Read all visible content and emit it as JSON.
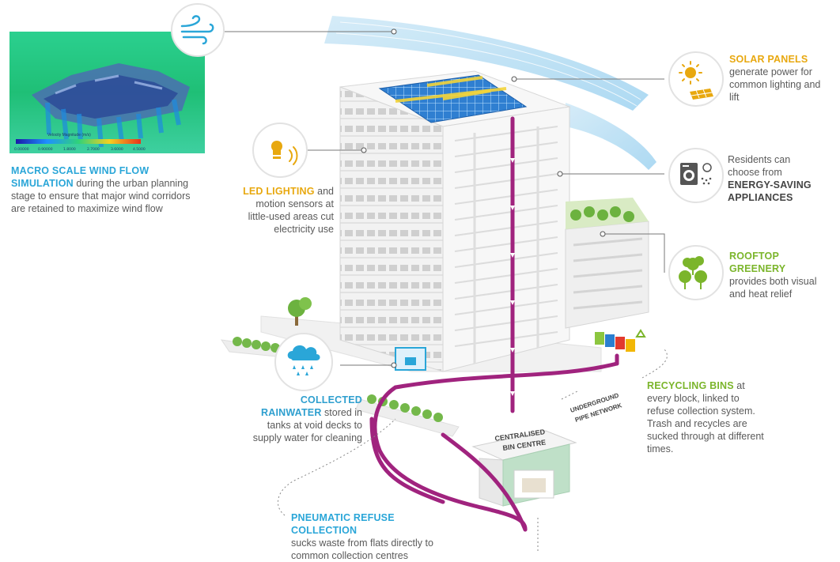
{
  "wind": {
    "title": "MACRO SCALE WIND FLOW SIMULATION",
    "body": "during the urban planning stage to ensure that major wind corridors are retained to maximize wind flow",
    "legend_caption": "Velocity Magnitude (m/s)",
    "legend_ticks": [
      "0.00000",
      "0.90000",
      "1.8000",
      "2.7000",
      "3.6000",
      "4.5000"
    ],
    "icon": "wind-icon"
  },
  "solar": {
    "title": "SOLAR PANELS",
    "body": "generate power for common lighting and lift",
    "icon": "sun-panel-icon"
  },
  "led": {
    "title": "LED LIGHTING",
    "body": "and motion sensors at little-used areas cut electricity use",
    "icon": "light-bulb-icon"
  },
  "appliances": {
    "pre": "Residents can choose from",
    "title": "ENERGY-SAVING APPLIANCES",
    "icon": "washing-machine-icon"
  },
  "greenery": {
    "title": "ROOFTOP GREENERY",
    "body": "provides both visual and heat relief",
    "icon": "trees-icon"
  },
  "rainwater": {
    "title": "COLLECTED RAINWATER",
    "body": "stored in tanks at void decks to supply water for cleaning",
    "icon": "rain-cloud-icon"
  },
  "recycling": {
    "title": "RECYCLING BINS",
    "body": "at every block, linked to refuse collection system. Trash and recycles are sucked through at different times.",
    "icon": "recycle-icon"
  },
  "pneumatic": {
    "title": "PNEUMATIC REFUSE COLLECTION",
    "body": "sucks waste from flats directly to common collection centres"
  },
  "pipe_label": [
    "UNDERGROUND",
    "PIPE NETWORK"
  ],
  "bin_centre_label": [
    "CENTRALISED",
    "BIN CENTRE"
  ],
  "colors": {
    "pipe": "#a0237e",
    "blue": "#2aa6d8",
    "yellow": "#e8a80f",
    "green": "#7bb52b",
    "ring": "#e2e2e2"
  }
}
